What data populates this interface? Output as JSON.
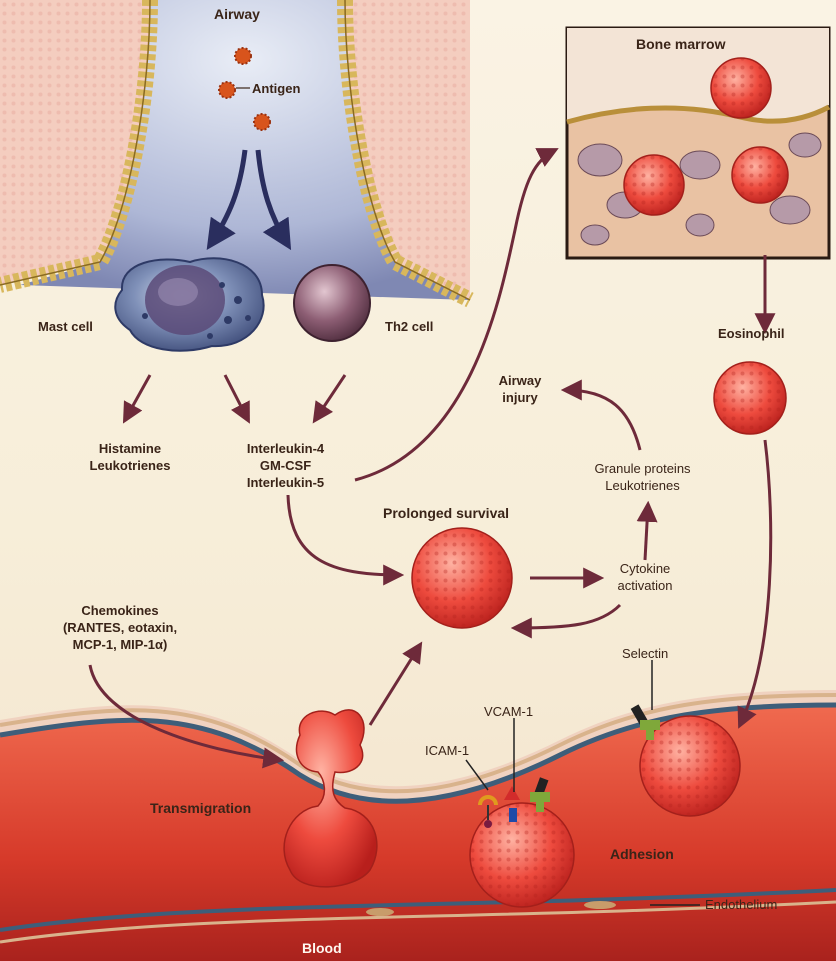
{
  "labels": {
    "airway": "Airway",
    "antigen": "Antigen",
    "bone_marrow": "Bone marrow",
    "mast_cell": "Mast cell",
    "th2_cell": "Th2 cell",
    "eosinophil": "Eosinophil",
    "mast_products": [
      "Histamine",
      "Leukotrienes"
    ],
    "cytokines": [
      "Interleukin-4",
      "GM-CSF",
      "Interleukin-5"
    ],
    "airway_injury": [
      "Airway",
      "injury"
    ],
    "granule": [
      "Granule proteins",
      "Leukotrienes"
    ],
    "prolonged_survival": "Prolonged survival",
    "cytokine_activation": [
      "Cytokine",
      "activation"
    ],
    "chemokines": [
      "Chemokines",
      "(RANTES, eotaxin,",
      "MCP-1, MIP-1α)"
    ],
    "selectin": "Selectin",
    "vcam": "VCAM-1",
    "icam": "ICAM-1",
    "transmigration": "Transmigration",
    "adhesion": "Adhesion",
    "endothelium": "Endothelium",
    "blood": "Blood"
  },
  "colors": {
    "arrow": "#6e2a3a",
    "blood": "#d9402e",
    "eosinophil": "#e8473c",
    "tissue": "#f2c4b4",
    "marrow_bg": "#e6b89a"
  },
  "icons": [
    "antigen-particle",
    "mast-cell",
    "th2-cell",
    "eosinophil-cell",
    "receptor-molecule"
  ]
}
